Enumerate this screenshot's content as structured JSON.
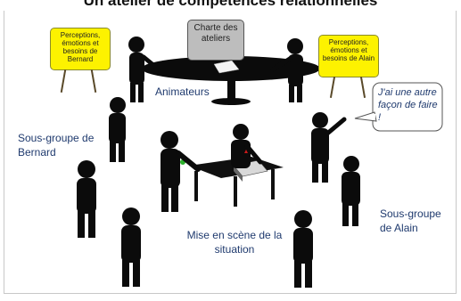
{
  "title": "Un atelier de compétences relationnelles",
  "signs": {
    "bernard": "Perceptions, émotions et besoins de Bernard",
    "charte": "Charte des ateliers",
    "alain": "Perceptions, émotions et besoins de Alain"
  },
  "labels": {
    "animateurs": "Animateurs",
    "bernard_group": "Sous-groupe de Bernard",
    "mise_en_scene": "Mise en scène de la situation",
    "alain_group": "Sous-groupe de Alain"
  },
  "speech": "J'ai une autre façon de faire !",
  "colors": {
    "sign_yellow": "#fdf200",
    "sign_grey": "#bdbdbd",
    "label_blue": "#1f3a6e",
    "figure_black": "#0b0b0b"
  }
}
